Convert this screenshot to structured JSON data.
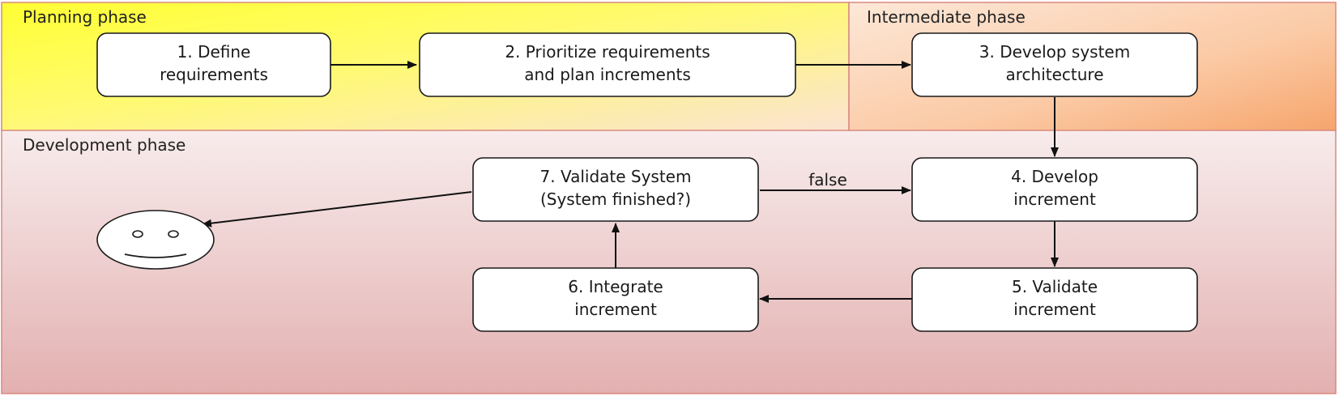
{
  "phases": {
    "planning": {
      "label": "Planning phase"
    },
    "intermediate": {
      "label": "Intermediate phase"
    },
    "development": {
      "label": "Development phase"
    }
  },
  "nodes": {
    "n1": {
      "lines": [
        "1. Define",
        "requirements"
      ]
    },
    "n2": {
      "lines": [
        "2. Prioritize requirements",
        "and plan increments"
      ]
    },
    "n3": {
      "lines": [
        "3. Develop system",
        "architecture"
      ]
    },
    "n4": {
      "lines": [
        "4. Develop",
        "increment"
      ]
    },
    "n5": {
      "lines": [
        "5. Validate",
        "increment"
      ]
    },
    "n6": {
      "lines": [
        "6. Integrate",
        "increment"
      ]
    },
    "n7": {
      "lines": [
        "7. Validate System",
        "(System finished?)"
      ]
    }
  },
  "edges": {
    "n7_to_n4": {
      "label": "false"
    }
  },
  "colors": {
    "planning_yellow": "#ffff44",
    "planning_fade": "#fbe8d4",
    "intermediate_light": "#fde3d0",
    "intermediate_dark": "#f7b27f",
    "development_top": "#f7eaea",
    "development_bottom": "#e4b2b2",
    "border": "#d98880"
  }
}
